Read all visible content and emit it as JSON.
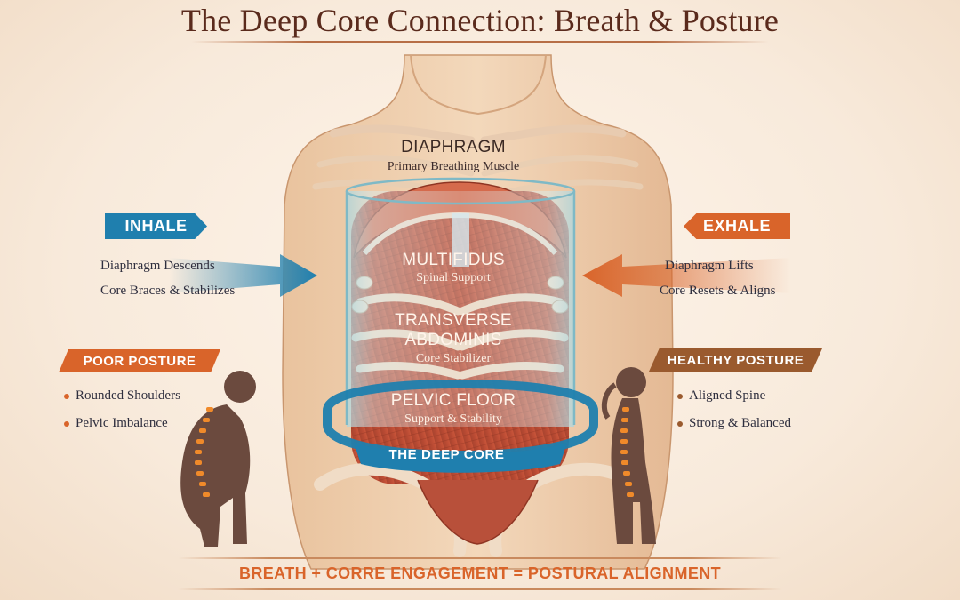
{
  "title": "The Deep Core Connection: Breath & Posture",
  "muscles": [
    {
      "name": "DIAPHRAGM",
      "role": "Primary Breathing Muscle"
    },
    {
      "name": "MULTIFIDUS",
      "role": "Spinal Support"
    },
    {
      "name": "TRANSVERSE",
      "name2": "ABDOMINIS",
      "role": "Core Stabilizer"
    },
    {
      "name": "PELVIC FLOOR",
      "role": "Support & Stability"
    }
  ],
  "deep_core_label": "THE DEEP CORE",
  "inhale": {
    "label": "INHALE",
    "lines": [
      "Diaphragm Descends",
      "Core Braces & Stabilizes"
    ]
  },
  "exhale": {
    "label": "EXHALE",
    "lines": [
      "Diaphragm Lifts",
      "Core Resets & Aligns"
    ]
  },
  "poor_posture": {
    "label": "POOR POSTURE",
    "items": [
      "Rounded Shoulders",
      "Pelvic Imbalance"
    ]
  },
  "healthy_posture": {
    "label": "HEALTHY POSTURE",
    "items": [
      "Aligned Spine",
      "Strong & Balanced"
    ]
  },
  "bottom_banner": "BREATH + CORRE ENGAGEMENT = POSTURAL ALIGNMENT",
  "colors": {
    "inhale_blue": "#1f7fae",
    "exhale_orange": "#d9642a",
    "healthy_brown": "#9a5a2e",
    "title_brown": "#5a2a1c"
  }
}
